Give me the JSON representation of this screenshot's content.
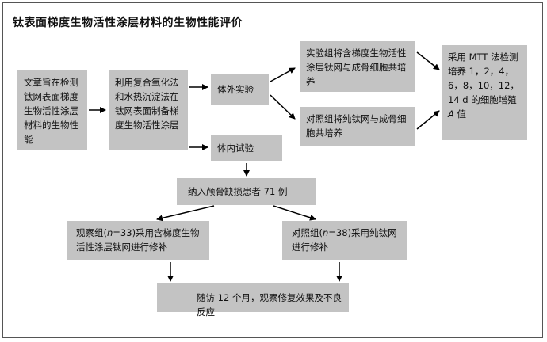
{
  "title": "钛表面梯度生物活性涂层材料的生物性能评价",
  "boxes": {
    "intro": "文章旨在检测钛网表面梯度生物活性涂层材料的生物性能",
    "method": "利用复合氧化法和水热沉淀法在钛网表面制备梯度生物活性涂层",
    "in_vitro": "体外实验",
    "in_vivo": "体内试验",
    "exp_group": "实验组将含梯度生物活性涂层钛网与成骨细胞共培养",
    "ctrl_group": "对照组将纯钛网与成骨细胞共培养",
    "mtt_prefix": "采用 MTT 法检测培养 1，2，4，6，8，10，12，14 d 的细胞增殖",
    "mtt_italic": "A",
    "mtt_suffix": " 值",
    "patients": "纳入颅骨缺损患者 71 例",
    "obs_prefix": "观察组(",
    "obs_n": "n",
    "obs_suffix": "=33)采用含梯度生物活性涂层钛网进行修补",
    "ctl_prefix": "对照组(",
    "ctl_n": "n",
    "ctl_suffix": "=38)采用纯钛网进行修补",
    "followup": "随访 12 个月，观察修复效果及不良反应"
  }
}
